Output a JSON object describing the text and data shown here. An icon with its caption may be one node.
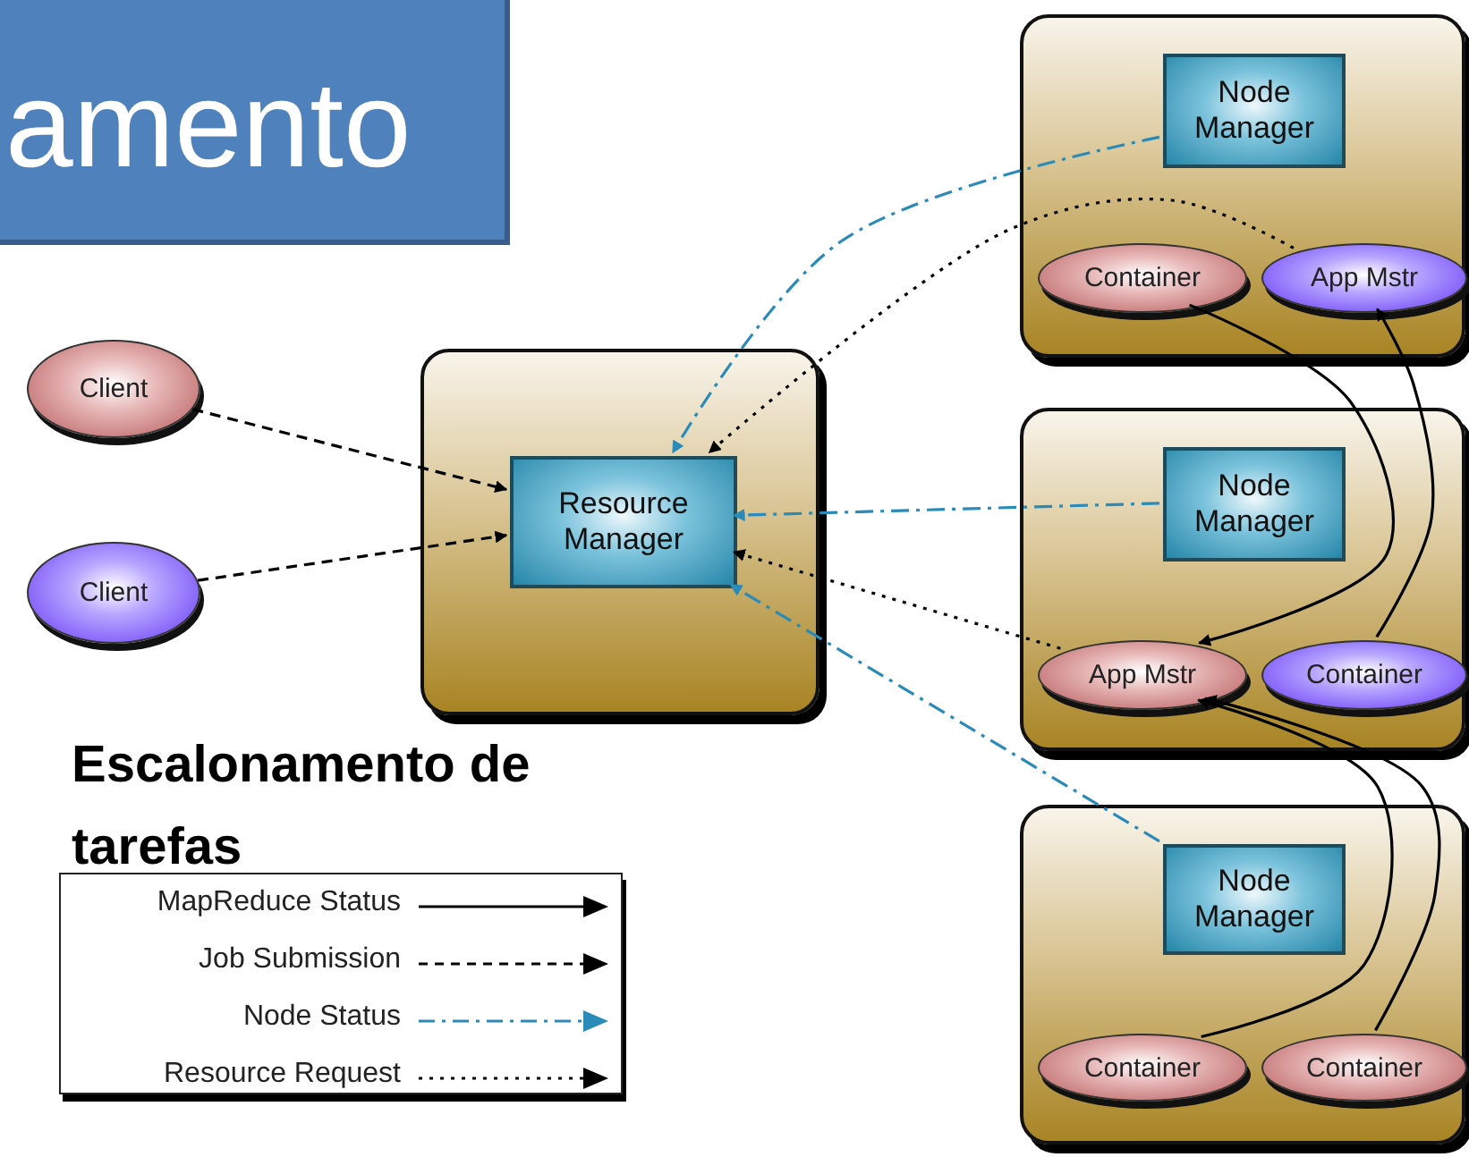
{
  "diagram": {
    "nodes": [
      {
        "text": [
          "amento"
        ]
      },
      {
        "text": [
          "Client"
        ]
      },
      {
        "text": [
          "Client"
        ]
      },
      {
        "text": [],
        "shape": "box"
      },
      {
        "text": [
          "Resource Manager"
        ],
        "in": 3
      },
      {
        "text": [],
        "shape": "box"
      },
      {
        "text": [
          "Node Manager"
        ],
        "in": 5
      },
      {
        "text": [
          "Container"
        ],
        "in": 5
      },
      {
        "text": [
          "App Mstr"
        ],
        "in": 5
      },
      {
        "text": [],
        "shape": "box"
      },
      {
        "text": [
          "Node Manager"
        ],
        "in": 9
      },
      {
        "text": [
          "App Mstr"
        ],
        "in": 9
      },
      {
        "text": [
          "Container"
        ],
        "in": 9
      },
      {
        "text": [],
        "shape": "box"
      },
      {
        "text": [
          "Node Manager"
        ],
        "in": 13
      },
      {
        "text": [
          "Container"
        ],
        "in": 13
      },
      {
        "text": [
          "Container"
        ],
        "in": 13
      }
    ],
    "edges": [
      {
        "from": 1,
        "to": 4,
        "arrow": "to",
        "style": "dashed"
      },
      {
        "from": 2,
        "to": 4,
        "arrow": "to",
        "style": "dashed"
      },
      {
        "from": 6,
        "to": 4,
        "arrow": "to",
        "style": "dashed",
        "color": "#2a8ab8"
      },
      {
        "from": 8,
        "to": 4,
        "arrow": "to",
        "style": "dashed"
      },
      {
        "from": 10,
        "to": 4,
        "arrow": "to",
        "style": "dashed",
        "color": "#2a8ab8"
      },
      {
        "from": 11,
        "to": 4,
        "arrow": "to",
        "style": "dashed"
      },
      {
        "from": 14,
        "to": 4,
        "arrow": "to",
        "style": "dashed",
        "color": "#2a8ab8"
      },
      {
        "from": 7,
        "to": 11,
        "arrow": "to"
      },
      {
        "from": 12,
        "to": 8,
        "arrow": "to"
      },
      {
        "from": 15,
        "to": 11,
        "arrow": "to"
      },
      {
        "from": 16,
        "to": 11,
        "arrow": "to"
      }
    ],
    "labels": [
      "Escalonamento de tarefas"
    ],
    "legend": [
      {
        "text": "MapReduce Status"
      },
      {
        "text": "Job Submission"
      },
      {
        "text": "Node Status"
      },
      {
        "text": "Resource Request"
      }
    ]
  }
}
